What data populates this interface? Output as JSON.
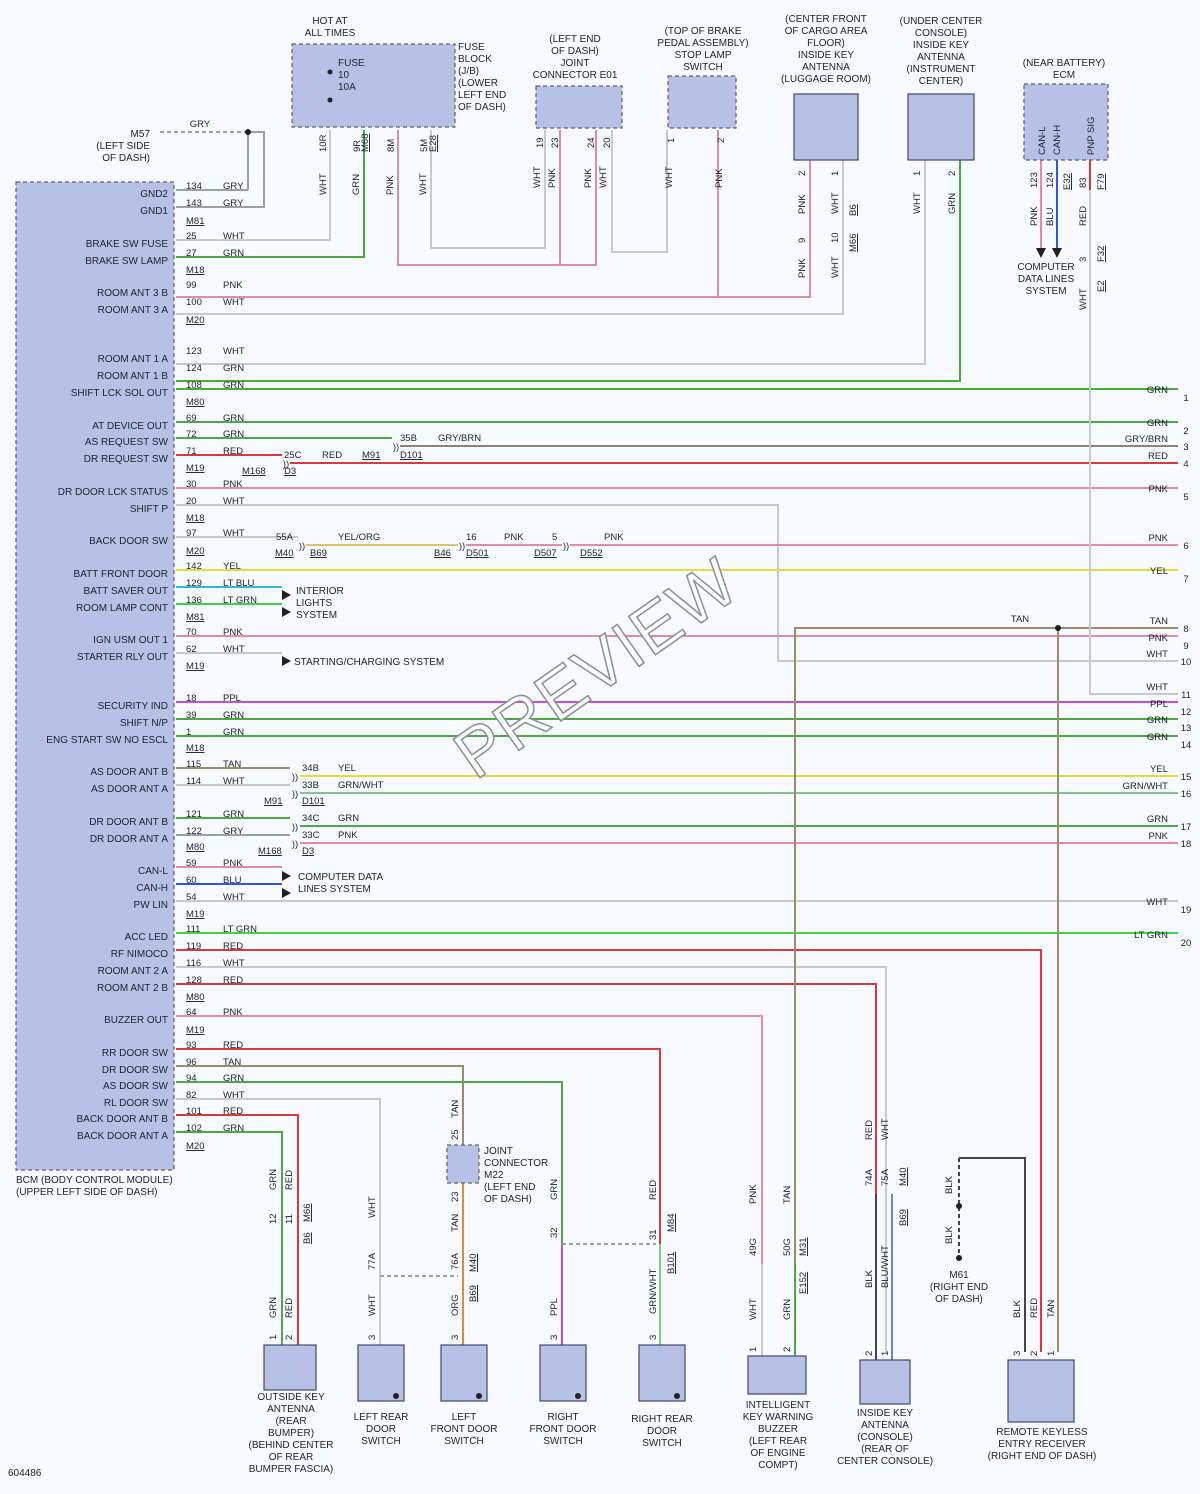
{
  "colors": {
    "GRN": "#4caa3e",
    "GRY": "#9aa0a8",
    "WHT": "#c6c9cf",
    "PNK": "#e38aa6",
    "RED": "#d63a3a",
    "YEL": "#e2dd3a",
    "TAN": "#9a8f66",
    "PPL": "#c84bd4",
    "BLU": "#3355d6",
    "LTBLU": "#33b9d6",
    "LTGRN": "#3fd24a",
    "ORG": "#e68a2a",
    "BLK": "#444444",
    "GRYBRN": "#8f8376",
    "GRNWHT": "#86c28a",
    "BLUWHT": "#6d84d8"
  },
  "bcm": {
    "label": "BCM (BODY CONTROL MODULE)",
    "location": "(UPPER LEFT SIDE OF DASH)"
  },
  "watermark": "PREVIEW",
  "figure_id": "604486",
  "hot_at": [
    "HOT AT",
    "ALL TIMES"
  ],
  "fuse": {
    "text": [
      "FUSE",
      "10",
      "10A"
    ],
    "block": [
      "FUSE",
      "BLOCK",
      "(J/B)",
      "(LOWER",
      "LEFT END",
      "OF DASH)"
    ],
    "pins": [
      "10R",
      "9R",
      "8M",
      "5M"
    ],
    "conns": [
      "M68",
      "E28"
    ]
  },
  "jc_e01": {
    "label": [
      "(LEFT END",
      "OF DASH)",
      "JOINT",
      "CONNECTOR E01"
    ],
    "pins": [
      "19",
      "23",
      "24",
      "20"
    ]
  },
  "stop_lamp": {
    "label": [
      "(TOP OF BRAKE",
      "PEDAL ASSEMBLY)",
      "STOP LAMP",
      "SWITCH"
    ],
    "pins": [
      "1",
      "2"
    ]
  },
  "cargo_ant": {
    "label": [
      "(CENTER FRONT",
      "OF CARGO AREA",
      "FLOOR)",
      "INSIDE KEY",
      "ANTENNA",
      "(LUGGAGE ROOM)"
    ],
    "pins": [
      "2",
      "1"
    ],
    "inline_pins": [
      "9",
      "10"
    ],
    "conns": [
      "B6",
      "M66"
    ]
  },
  "inst_ant": {
    "label": [
      "(UNDER CENTER",
      "CONSOLE)",
      "INSIDE KEY",
      "ANTENNA",
      "(INSTRUMENT",
      "CENTER)"
    ],
    "pins": [
      "1",
      "2"
    ]
  },
  "ecm": {
    "label": [
      "(NEAR BATTERY)",
      "ECM"
    ],
    "pins_text": [
      "CAN-L",
      "CAN-H",
      "PNP SIG"
    ],
    "pins": [
      "123",
      "124",
      "83"
    ],
    "conns": [
      "E32",
      "F79",
      "F32",
      "E2"
    ],
    "inline_pins": [
      "3"
    ],
    "cdl": [
      "COMPUTER",
      "DATA LINES",
      "SYSTEM"
    ]
  },
  "m57": {
    "label": [
      "M57",
      "(LEFT SIDE",
      "OF DASH)"
    ],
    "wire": "GRY"
  },
  "pins": [
    {
      "n": "134",
      "c": "GRY",
      "name": "GND2"
    },
    {
      "n": "143",
      "c": "GRY",
      "name": "GND1"
    },
    {
      "n": "25",
      "c": "WHT",
      "name": "BRAKE SW FUSE"
    },
    {
      "n": "27",
      "c": "GRN",
      "name": "BRAKE SW LAMP"
    },
    {
      "n": "99",
      "c": "PNK",
      "name": "ROOM ANT 3 B"
    },
    {
      "n": "100",
      "c": "WHT",
      "name": "ROOM ANT 3 A"
    },
    {
      "n": "123",
      "c": "WHT",
      "name": "ROOM ANT 1 A"
    },
    {
      "n": "124",
      "c": "GRN",
      "name": "ROOM ANT 1 B"
    },
    {
      "n": "108",
      "c": "GRN",
      "name": "SHIFT LCK SOL OUT"
    },
    {
      "n": "69",
      "c": "GRN",
      "name": "AT DEVICE OUT"
    },
    {
      "n": "72",
      "c": "GRN",
      "name": "AS REQUEST SW"
    },
    {
      "n": "71",
      "c": "RED",
      "name": "DR REQUEST SW"
    },
    {
      "n": "30",
      "c": "PNK",
      "name": "DR DOOR LCK STATUS"
    },
    {
      "n": "20",
      "c": "WHT",
      "name": "SHIFT P"
    },
    {
      "n": "97",
      "c": "WHT",
      "name": "BACK DOOR SW"
    },
    {
      "n": "142",
      "c": "YEL",
      "name": "BATT FRONT DOOR"
    },
    {
      "n": "129",
      "c": "LT BLU",
      "name": "BATT SAVER OUT"
    },
    {
      "n": "136",
      "c": "LT GRN",
      "name": "ROOM LAMP CONT"
    },
    {
      "n": "70",
      "c": "PNK",
      "name": "IGN USM OUT 1"
    },
    {
      "n": "62",
      "c": "WHT",
      "name": "STARTER RLY OUT"
    },
    {
      "n": "18",
      "c": "PPL",
      "name": "SECURITY IND"
    },
    {
      "n": "39",
      "c": "GRN",
      "name": "SHIFT N/P"
    },
    {
      "n": "1",
      "c": "GRN",
      "name": "ENG START SW NO ESCL"
    },
    {
      "n": "115",
      "c": "TAN",
      "name": "AS DOOR ANT B"
    },
    {
      "n": "114",
      "c": "WHT",
      "name": "AS DOOR ANT A"
    },
    {
      "n": "121",
      "c": "GRN",
      "name": "DR DOOR ANT B"
    },
    {
      "n": "122",
      "c": "GRY",
      "name": "DR DOOR ANT A"
    },
    {
      "n": "59",
      "c": "PNK",
      "name": "CAN-L"
    },
    {
      "n": "60",
      "c": "BLU",
      "name": "CAN-H"
    },
    {
      "n": "54",
      "c": "WHT",
      "name": "PW LIN"
    },
    {
      "n": "111",
      "c": "LT GRN",
      "name": "ACC LED"
    },
    {
      "n": "119",
      "c": "RED",
      "name": "RF NIMOCO"
    },
    {
      "n": "116",
      "c": "WHT",
      "name": "ROOM ANT 2 A"
    },
    {
      "n": "128",
      "c": "RED",
      "name": "ROOM ANT 2 B"
    },
    {
      "n": "64",
      "c": "PNK",
      "name": "BUZZER OUT"
    },
    {
      "n": "93",
      "c": "RED",
      "name": "RR DOOR SW"
    },
    {
      "n": "96",
      "c": "TAN",
      "name": "DR DOOR SW"
    },
    {
      "n": "94",
      "c": "GRN",
      "name": "AS DOOR SW"
    },
    {
      "n": "82",
      "c": "WHT",
      "name": "RL DOOR SW"
    },
    {
      "n": "101",
      "c": "RED",
      "name": "BACK DOOR ANT B"
    },
    {
      "n": "102",
      "c": "GRN",
      "name": "BACK DOOR ANT A"
    }
  ],
  "bcm_conns": [
    "M81",
    "M18",
    "M20",
    "M80",
    "M19",
    "M18",
    "M20",
    "M81",
    "M19",
    "M18",
    "M80",
    "M19",
    "M80",
    "M19",
    "M20"
  ],
  "right_refs": [
    {
      "n": "1",
      "c": "GRN"
    },
    {
      "n": "2",
      "c": "GRN"
    },
    {
      "n": "3",
      "c": "GRY/BRN"
    },
    {
      "n": "4",
      "c": "RED"
    },
    {
      "n": "5",
      "c": "PNK"
    },
    {
      "n": "6",
      "c": "PNK"
    },
    {
      "n": "7",
      "c": "YEL"
    },
    {
      "n": "8",
      "c": "TAN"
    },
    {
      "n": "9",
      "c": "PNK"
    },
    {
      "n": "10",
      "c": "WHT"
    },
    {
      "n": "11",
      "c": "WHT"
    },
    {
      "n": "12",
      "c": "PPL"
    },
    {
      "n": "13",
      "c": "GRN"
    },
    {
      "n": "14",
      "c": "GRN"
    },
    {
      "n": "15",
      "c": "YEL"
    },
    {
      "n": "16",
      "c": "GRN/WHT"
    },
    {
      "n": "17",
      "c": "GRN"
    },
    {
      "n": "18",
      "c": "PNK"
    },
    {
      "n": "19",
      "c": "WHT"
    },
    {
      "n": "20",
      "c": "LT GRN"
    }
  ],
  "inline": {
    "as_req": {
      "pin1": "35B",
      "c1": "GRY/BRN",
      "conn1": "M91",
      "conn2": "D101"
    },
    "dr_req": {
      "pin1": "25C",
      "c1": "RED",
      "conn1": "M168",
      "conn2": "D3"
    },
    "back_door": {
      "p1": "55A",
      "c1": "YEL/ORG",
      "conn1": "M40",
      "conn2": "B69",
      "p2": "16",
      "c2": "PNK",
      "conn3": "B46",
      "conn4": "D501",
      "p3": "5",
      "c3": "PNK",
      "conn5": "D507",
      "conn6": "D552"
    },
    "as_ant": {
      "p1": "34B",
      "c1": "YEL",
      "p2": "33B",
      "c2": "GRN/WHT",
      "conn1": "M91",
      "conn2": "D101"
    },
    "dr_ant": {
      "p1": "34C",
      "c1": "GRN",
      "p2": "33C",
      "c2": "PNK",
      "conn1": "M168",
      "conn2": "D3"
    },
    "tan_label": "TAN"
  },
  "systems": {
    "interior": [
      "INTERIOR",
      "LIGHTS",
      "SYSTEM"
    ],
    "starting": "STARTING/CHARGING SYSTEM",
    "cdl": [
      "COMPUTER DATA",
      "LINES SYSTEM"
    ]
  },
  "jc_m22": {
    "label": [
      "JOINT",
      "CONNECTOR",
      "M22",
      "(LEFT END",
      "OF DASH)"
    ],
    "pins": [
      "25",
      "23"
    ],
    "wires": [
      "TAN",
      "TAN"
    ]
  },
  "bottom": {
    "outside_ant": {
      "label": [
        "OUTSIDE KEY",
        "ANTENNA",
        "(REAR",
        "BUMPER)",
        "(BEHIND CENTER",
        "OF REAR",
        "BUMPER FASCIA)"
      ],
      "pins": [
        "12",
        "11",
        "1",
        "2"
      ],
      "conns": [
        "B6",
        "M66"
      ],
      "wires": [
        "GRN",
        "RED",
        "GRN",
        "RED"
      ]
    },
    "left_rear": {
      "label": [
        "LEFT REAR",
        "DOOR",
        "SWITCH"
      ],
      "pins": [
        "77A",
        "3"
      ],
      "wires": [
        "WHT",
        "WHT"
      ]
    },
    "left_front": {
      "label": [
        "LEFT",
        "FRONT DOOR",
        "SWITCH"
      ],
      "pins": [
        "76A",
        "3"
      ],
      "conns": [
        "M40",
        "B69"
      ],
      "wires": [
        "ORG"
      ]
    },
    "right_front": {
      "label": [
        "RIGHT",
        "FRONT DOOR",
        "SWITCH"
      ],
      "pins": [
        "32",
        "3"
      ],
      "wires": [
        "GRN",
        "PPL"
      ]
    },
    "right_rear": {
      "label": [
        "RIGHT REAR",
        "DOOR",
        "SWITCH"
      ],
      "pins": [
        "31",
        "3"
      ],
      "conns": [
        "M84",
        "B101"
      ],
      "wires": [
        "RED",
        "GRN/WHT"
      ]
    },
    "buzzer": {
      "label": [
        "INTELLIGENT",
        "KEY WARNING",
        "BUZZER",
        "(LEFT REAR",
        "OF ENGINE",
        "COMPT)"
      ],
      "pins": [
        "49G",
        "50G",
        "1",
        "2"
      ],
      "conns": [
        "M31",
        "E152"
      ],
      "wires": [
        "PNK",
        "TAN",
        "WHT",
        "GRN"
      ]
    },
    "console_ant": {
      "label": [
        "INSIDE KEY",
        "ANTENNA",
        "(CONSOLE)",
        "(REAR OF",
        "CENTER CONSOLE)"
      ],
      "pins": [
        "74A",
        "75A",
        "2",
        "1"
      ],
      "conns": [
        "M40",
        "B69"
      ],
      "wires": [
        "RED",
        "WHT",
        "BLK",
        "BLU/WHT"
      ]
    },
    "m61": {
      "label": [
        "M61",
        "(RIGHT END",
        "OF DASH)"
      ],
      "wires": [
        "BLK",
        "BLK"
      ]
    },
    "receiver": {
      "label": [
        "REMOTE KEYLESS",
        "ENTRY RECEIVER",
        "(RIGHT END OF DASH)"
      ],
      "pins": [
        "3",
        "2",
        "1"
      ],
      "wires": [
        "BLK",
        "RED",
        "TAN"
      ]
    }
  }
}
